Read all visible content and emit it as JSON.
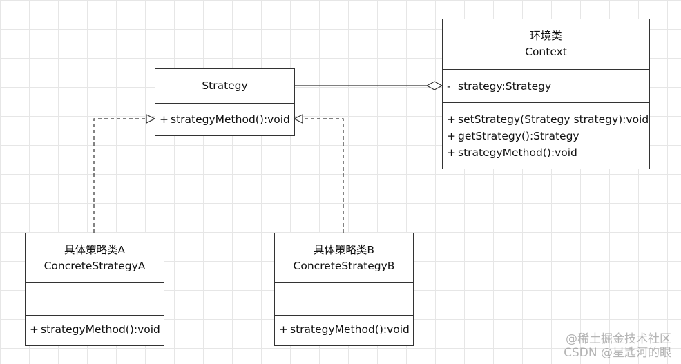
{
  "classes": {
    "strategy": {
      "name": "Strategy",
      "operations": [
        {
          "visibility": "+",
          "text": "strategyMethod():void"
        }
      ]
    },
    "context": {
      "stereotype_cn": "环境类",
      "name": "Context",
      "attributes": [
        {
          "visibility": "-",
          "text": "strategy:Strategy"
        }
      ],
      "operations": [
        {
          "visibility": "+",
          "text": "setStrategy(Strategy strategy):void"
        },
        {
          "visibility": "+",
          "text": "getStrategy():Strategy"
        },
        {
          "visibility": "+",
          "text": "strategyMethod():void"
        }
      ]
    },
    "concrete_a": {
      "label_cn": "具体策略类A",
      "name": "ConcreteStrategyA",
      "operations": [
        {
          "visibility": "+",
          "text": "strategyMethod():void"
        }
      ]
    },
    "concrete_b": {
      "label_cn": "具体策略类B",
      "name": "ConcreteStrategyB",
      "operations": [
        {
          "visibility": "+",
          "text": "strategyMethod():void"
        }
      ]
    }
  },
  "watermark": {
    "line1": "@稀土掘金技术社区",
    "line2": "CSDN @星匙河的眼"
  },
  "colors": {
    "grid": "#e6e6e6",
    "border": "#333333",
    "background": "#ffffff"
  }
}
